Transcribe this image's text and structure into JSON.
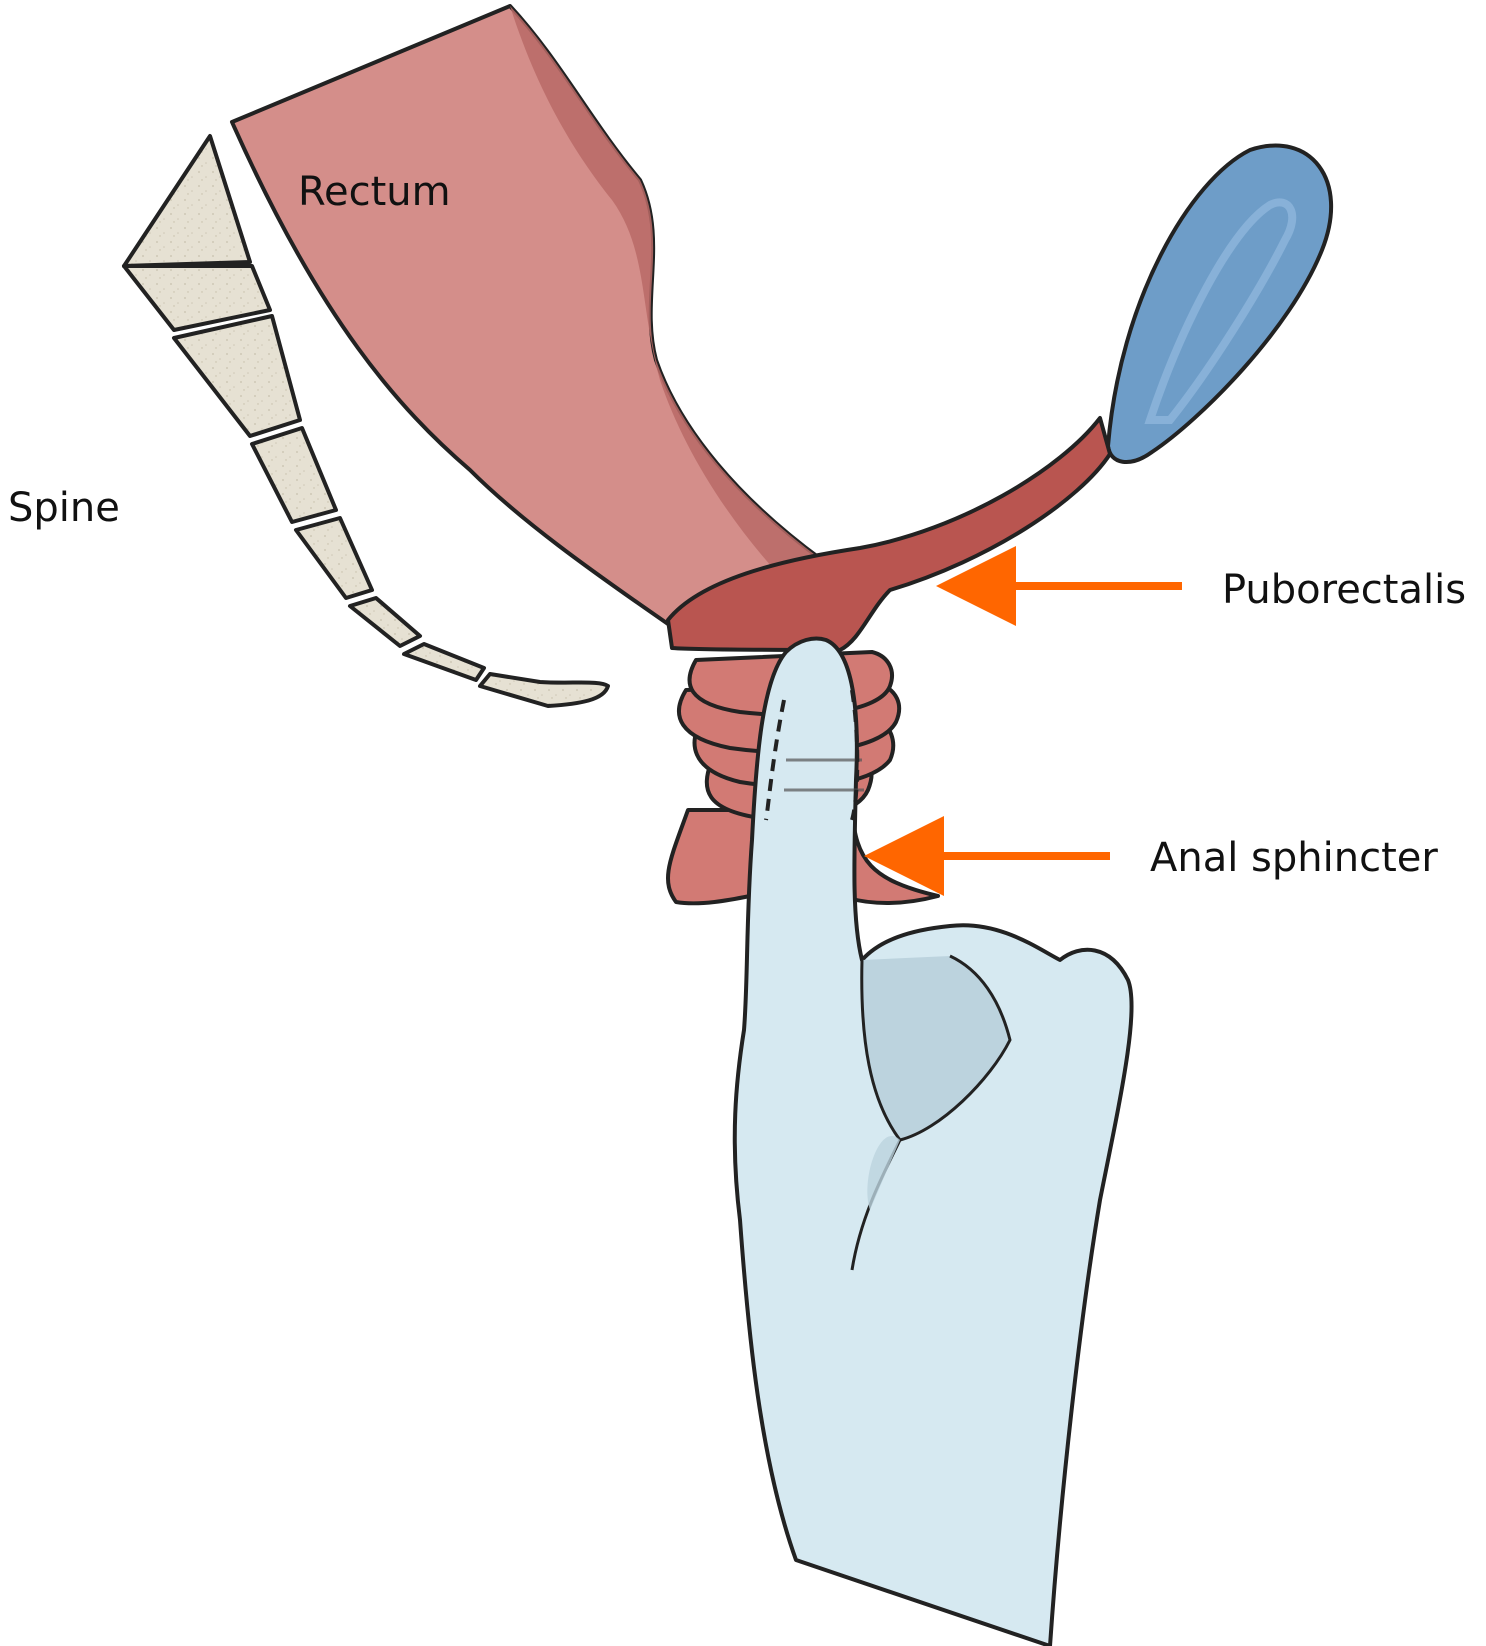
{
  "labels": {
    "rectum": "Rectum",
    "spine": "Spine",
    "puborectalis": "Puborectalis",
    "anal_sphincter": "Anal sphincter"
  },
  "colors": {
    "rectum": "#d48e8a",
    "rectum_shadow": "#b86a66",
    "puborectalis": "#b95550",
    "sphincter": "#d27a74",
    "bone": "#e6e1d3",
    "pubis": "#6e9dc8",
    "glove": "#d6e9f1",
    "arrow": "#ff6600"
  }
}
